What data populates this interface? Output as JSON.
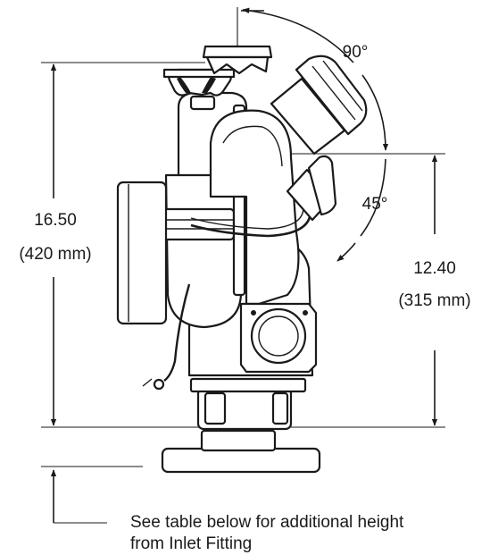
{
  "dimensions": {
    "overall_height": {
      "value": "16.50",
      "metric": "(420 mm)"
    },
    "outlet_height": {
      "value": "12.40",
      "metric": "(315 mm)"
    },
    "rotation_upper": "90°",
    "rotation_lower": "45°"
  },
  "note": {
    "line1": "See table below for additional height",
    "line2": "from Inlet Fitting"
  }
}
